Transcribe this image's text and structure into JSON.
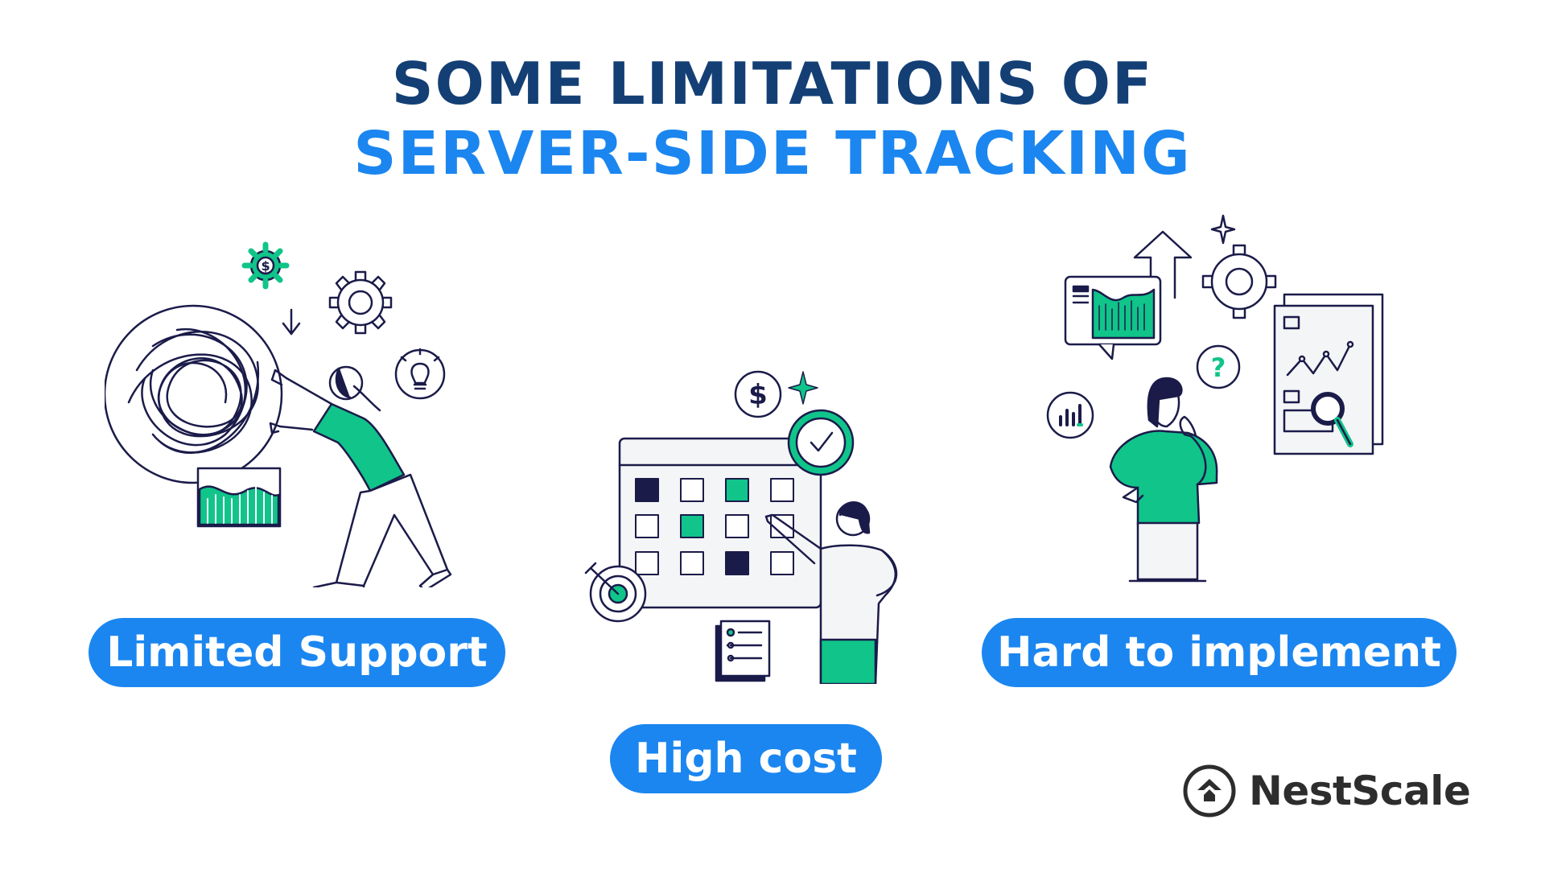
{
  "title": {
    "line1": "SOME LIMITATIONS OF",
    "line2": "SERVER-SIDE TRACKING"
  },
  "limitations": [
    {
      "label": "Limited Support",
      "icon": "tangled-ball-illustration"
    },
    {
      "label": "High cost",
      "icon": "calendar-cost-illustration"
    },
    {
      "label": "Hard to implement",
      "icon": "thinking-person-illustration"
    }
  ],
  "brand": {
    "name": "NestScale",
    "icon": "nestscale-logo-icon"
  },
  "colors": {
    "title_dark": "#133f75",
    "title_accent": "#1b86f0",
    "pill": "#1b86f0",
    "illustration_green": "#10c48a",
    "illustration_navy": "#1b1b4a",
    "brand_text": "#2d2d2d"
  }
}
